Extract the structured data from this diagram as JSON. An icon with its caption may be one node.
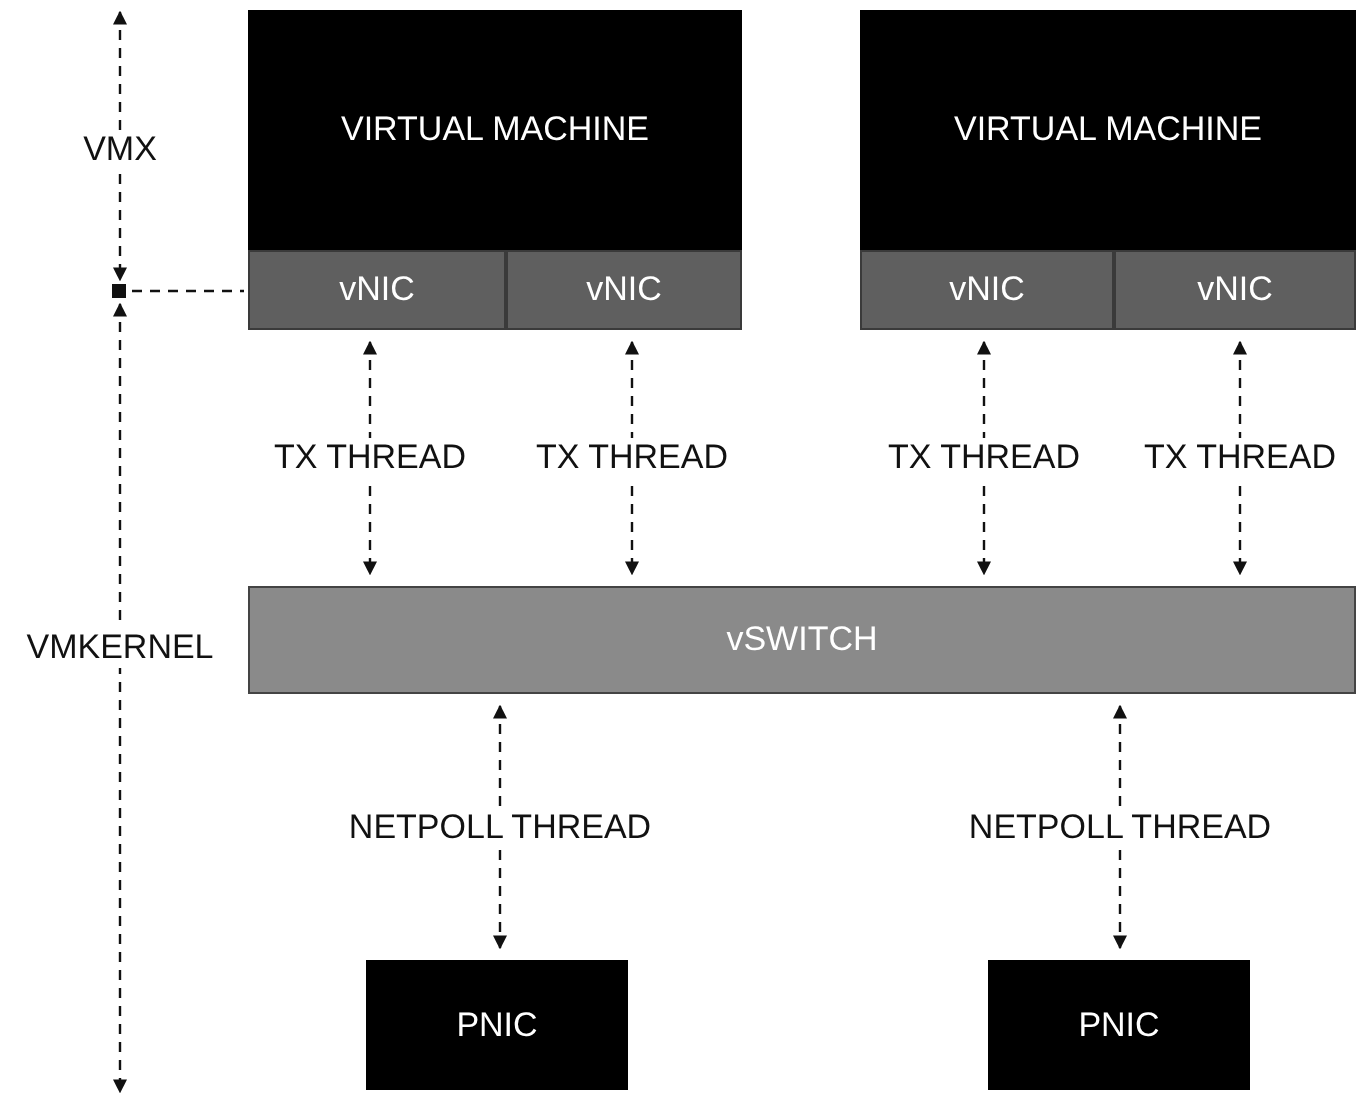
{
  "diagram": {
    "nodes": [
      {
        "text": [
          "VIRTUAL MACHINE"
        ]
      },
      {
        "text": [
          "vNIC"
        ],
        "in": 0
      },
      {
        "text": [
          "vNIC"
        ],
        "in": 0
      },
      {
        "text": [
          "VIRTUAL MACHINE"
        ]
      },
      {
        "text": [
          "vNIC"
        ],
        "in": 3
      },
      {
        "text": [
          "vNIC"
        ],
        "in": 3
      },
      {
        "text": [
          "vSWITCH"
        ]
      },
      {
        "text": [
          "PNIC"
        ]
      },
      {
        "text": [
          "PNIC"
        ]
      }
    ],
    "edges": [
      {
        "from": 1,
        "to": 6,
        "arrow": "both",
        "label": "TX THREAD",
        "style": "dashed"
      },
      {
        "from": 2,
        "to": 6,
        "arrow": "both",
        "label": "TX THREAD",
        "style": "dashed"
      },
      {
        "from": 4,
        "to": 6,
        "arrow": "both",
        "label": "TX THREAD",
        "style": "dashed"
      },
      {
        "from": 5,
        "to": 6,
        "arrow": "both",
        "label": "TX THREAD",
        "style": "dashed"
      },
      {
        "from": 6,
        "to": 7,
        "arrow": "both",
        "label": "NETPOLL THREAD",
        "style": "dashed"
      },
      {
        "from": 6,
        "to": 8,
        "arrow": "both",
        "label": "NETPOLL THREAD",
        "style": "dashed"
      }
    ],
    "labels": [
      "VMX",
      "VMKERNEL"
    ]
  }
}
